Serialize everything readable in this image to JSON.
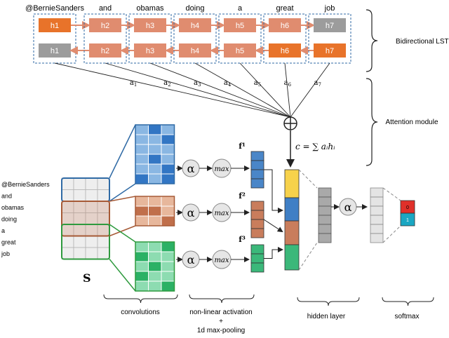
{
  "tokens": [
    "@BernieSanders",
    "and",
    "obamas",
    "doing",
    "a",
    "great",
    "job"
  ],
  "lstm": {
    "forward_states": [
      "h1",
      "h2",
      "h3",
      "h4",
      "h5",
      "h6",
      "h7"
    ],
    "backward_states": [
      "h1",
      "h2",
      "h3",
      "h4",
      "h5",
      "h6",
      "h7"
    ],
    "attention_weights": [
      "a",
      "a",
      "a",
      "a",
      "a",
      "a",
      "a"
    ],
    "attention_subscripts": [
      "1",
      "2",
      "3",
      "4",
      "5",
      "6",
      "7"
    ],
    "section_label": "Bidirectional LSTM"
  },
  "attention": {
    "label": "Attention module",
    "combine_symbol": "⊕",
    "context_formula": "c = ∑ aᵢhᵢ"
  },
  "cnn": {
    "input_rows": [
      "@BernieSanders",
      "and",
      "obamas",
      "doing",
      "a",
      "great",
      "job"
    ],
    "input_matrix_label": "S",
    "activation_symbol": "α",
    "pool_label": "max",
    "feature_labels": [
      "f¹",
      "f²",
      "f³"
    ]
  },
  "output": {
    "hidden_activation_symbol": "α",
    "softmax_values": [
      "0",
      "1"
    ]
  },
  "bottom_labels": {
    "convolutions": "convolutions",
    "activation_line1": "non-linear activation",
    "activation_line2": "+",
    "activation_line3": "1d max-pooling",
    "hidden": "hidden layer",
    "softmax": "softmax"
  },
  "colors": {
    "orange": "#e8732a",
    "orange_light": "#e08c6f",
    "gray": "#9c9c9c",
    "blue": "#4a86c8",
    "brown": "#c97d5c",
    "green": "#3bb87a",
    "yellow": "#f7d24b",
    "red": "#e0302a",
    "teal": "#1aa7c3",
    "border_blue": "#2f6aa5",
    "border_brown": "#a65a36",
    "border_green": "#2e9a3e"
  }
}
